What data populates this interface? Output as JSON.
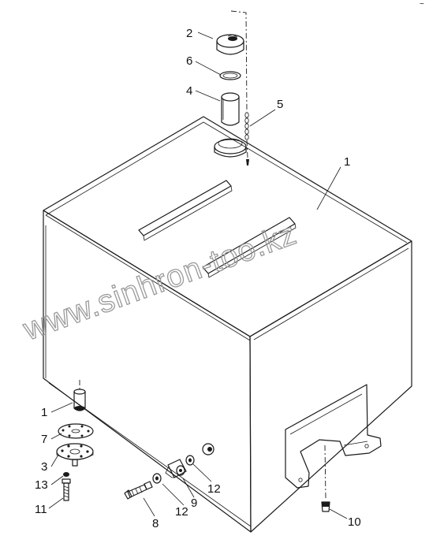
{
  "watermark": "www.sinhron-too.kz",
  "corner_mark": "~",
  "callouts": {
    "tank": "1",
    "cap": "2",
    "filter_flange": "3",
    "filter": "4",
    "chain": "5",
    "cap_seal": "6",
    "flange_gasket": "7",
    "hollow_bolt": "8",
    "banjo_fitting": "9",
    "drain_plug": "10",
    "flange_bolt": "11",
    "sealing_washer": "12",
    "spring_washer": "13",
    "fuel_pickup": "1",
    "sealing_washer_right": "12"
  }
}
